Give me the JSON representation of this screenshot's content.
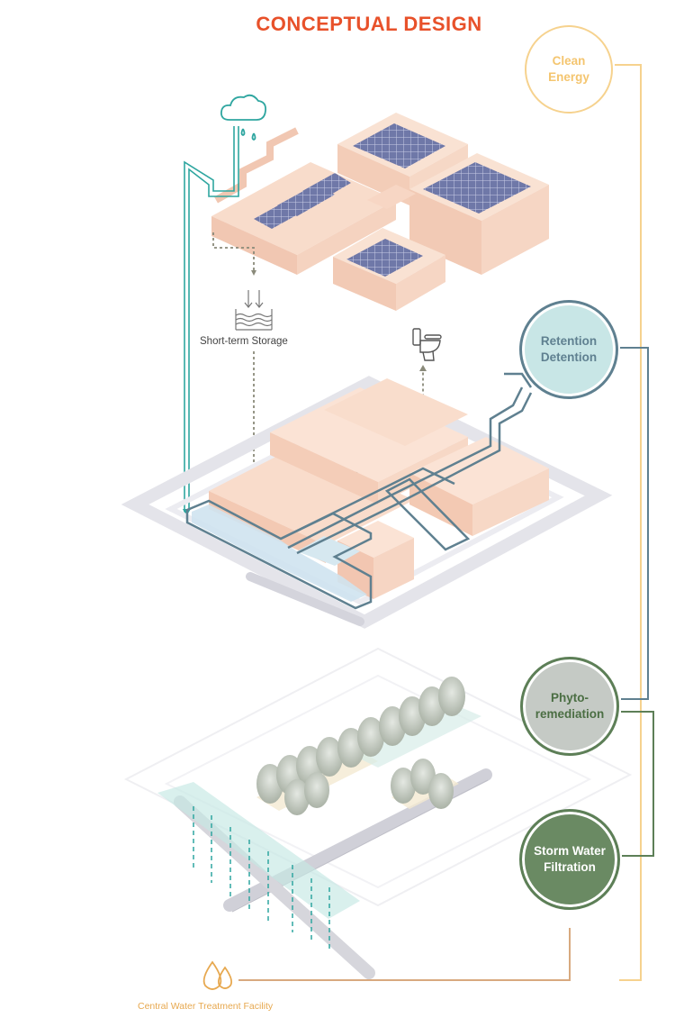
{
  "title": "CONCEPTUAL DESIGN",
  "nodes": {
    "clean_energy": "Clean\nEnergy",
    "retention": "Retention\nDetention",
    "phyto": "Phyto-\nremediation",
    "storm": "Storm Water\nFiltration"
  },
  "labels": {
    "storage": "Short-term Storage",
    "central": "Central Water Treatment Facility"
  },
  "icons": [
    "cloud-rain-icon",
    "storage-tank-icon",
    "toilet-icon",
    "water-drops-icon"
  ],
  "colors": {
    "title": "#e8512a",
    "energy": "#f6d28e",
    "retention_fill": "#c8e6e6",
    "retention_line": "#5f8090",
    "phyto_fill": "#c5cac5",
    "storm_fill": "#6a8a63",
    "green_line": "#5d7f57",
    "teal_line": "#2fa6a0",
    "building": "#f7d2c0"
  }
}
